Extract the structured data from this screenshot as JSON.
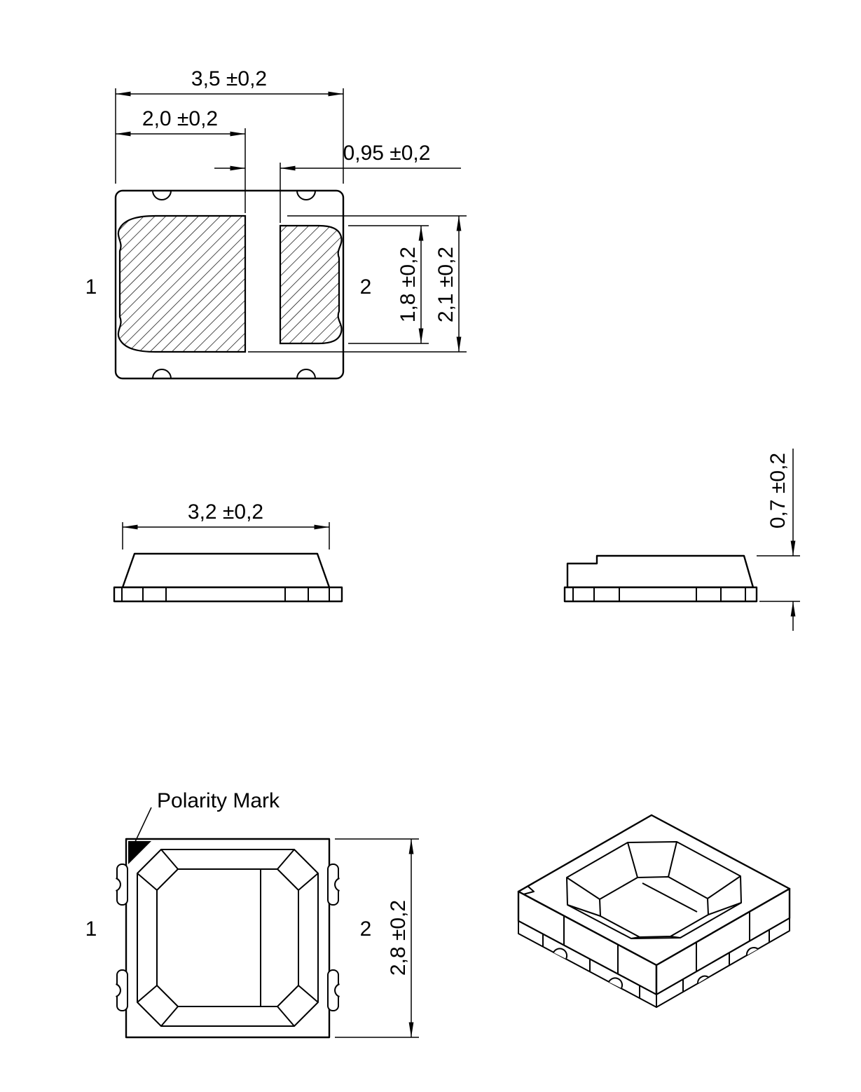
{
  "drawing": {
    "footprint": {
      "dim_total_width": "3,5 ±0,2",
      "dim_pad1_width": "2,0 ±0,2",
      "dim_pad2_width": "0,95 ±0,2",
      "dim_pad2_height": "1,8 ±0,2",
      "dim_pad1_height": "2,1 ±0,2",
      "pad1": "1",
      "pad2": "2"
    },
    "front_view": {
      "dim_body_width": "3,2 ±0,2"
    },
    "side_view": {
      "dim_height": "0,7 ±0,2"
    },
    "top_view": {
      "polarity_label": "Polarity Mark",
      "pin1": "1",
      "pin2": "2",
      "dim_body_depth": "2,8 ±0,2"
    }
  }
}
